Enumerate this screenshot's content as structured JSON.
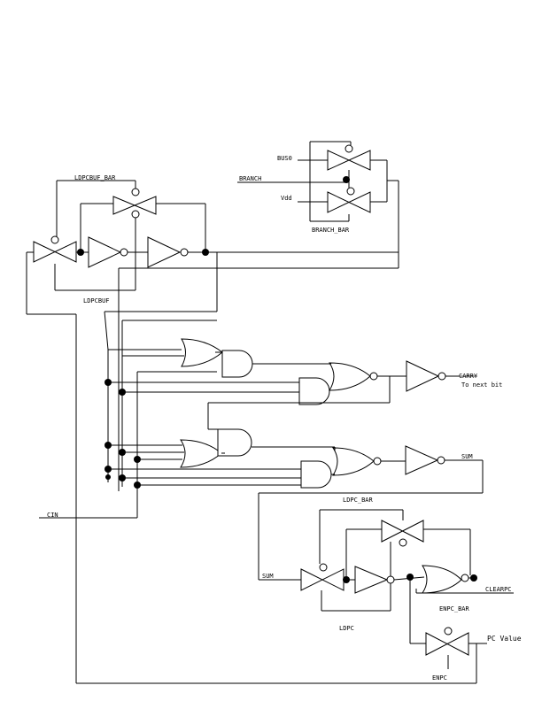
{
  "labels": {
    "ldpcbuf_bar": "LDPCBUF_BAR",
    "ldpcbuf": "LDPCBUF",
    "bus0": "BUS0",
    "branch": "BRANCH",
    "vdd": "Vdd",
    "branch_bar": "BRANCH_BAR",
    "carry": "CARRY",
    "to_next_bit": "To next bit",
    "sum_out": "SUM",
    "cin": "CIN",
    "ldpc_bar": "LDPC_BAR",
    "sum_in": "SUM",
    "clearpc": "CLEARPC",
    "ldpc": "LDPC",
    "enpc_bar": "ENPC_BAR",
    "pc_value": "PC Value",
    "enpc": "ENPC"
  }
}
